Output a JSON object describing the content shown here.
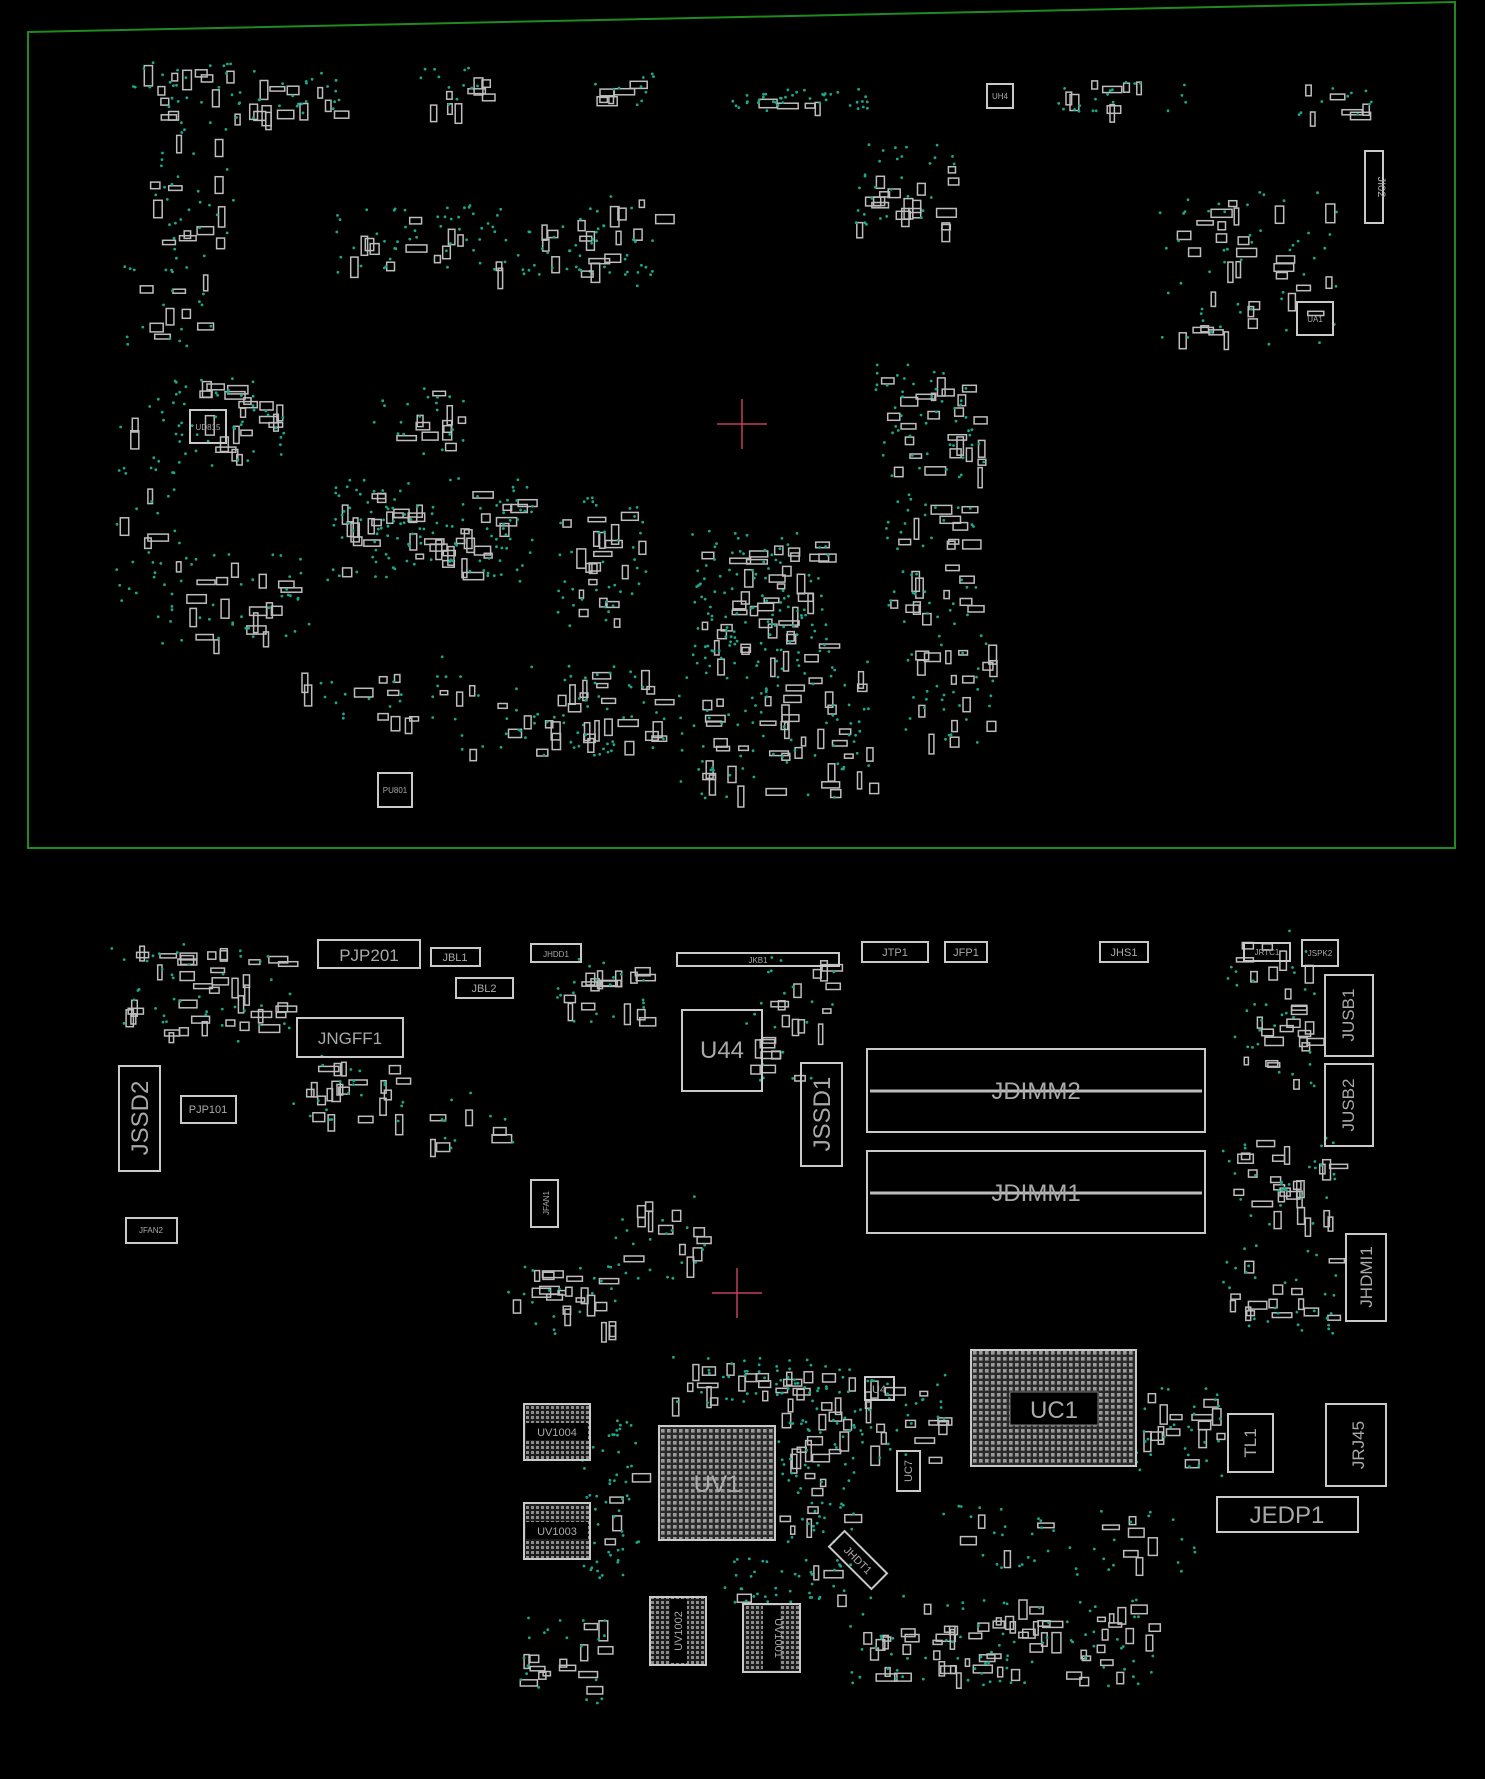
{
  "view": {
    "top_side": {
      "components": {
        "ji02": "JI02",
        "ua1": "UA1",
        "ud815": "UD815",
        "pu801": "PU801",
        "uh4": "UH4"
      }
    },
    "bottom_side": {
      "components": {
        "pjp201": "PJP201",
        "jbl1": "JBL1",
        "jbl2": "JBL2",
        "jhdd1": "JHDD1",
        "jkb1": "JKB1",
        "jtp1": "JTP1",
        "jfp1": "JFP1",
        "jhs1": "JHS1",
        "jrtc1": "JRTC1",
        "jspk2": "JSPK2",
        "jngff1": "JNGFF1",
        "u44": "U44",
        "jssd2": "JSSD2",
        "pjp101": "PJP101",
        "jfan2": "JFAN2",
        "jfan1": "JFAN1",
        "jssd1": "JSSD1",
        "jdimm2": "JDIMM2",
        "jdimm1": "JDIMM1",
        "jusb1": "JUSB1",
        "jusb2": "JUSB2",
        "jhdmi1": "JHDMI1",
        "uc1": "UC1",
        "uv1": "UV1",
        "uv1004": "UV1004",
        "uv1003": "UV1003",
        "uv1002": "UV1002",
        "uv1001": "UV1001",
        "u4": "U4",
        "uc7": "UC7",
        "jhdt1": "JHDT1",
        "tl1": "TL1",
        "jrj45": "JRJ45",
        "jedp1": "JEDP1"
      }
    }
  },
  "colors": {
    "background": "#000000",
    "outline": "#c9c9c9",
    "testpoint": "#1aa88a",
    "board_edge": "#1f8a1f",
    "cursor": "#c0405a"
  }
}
